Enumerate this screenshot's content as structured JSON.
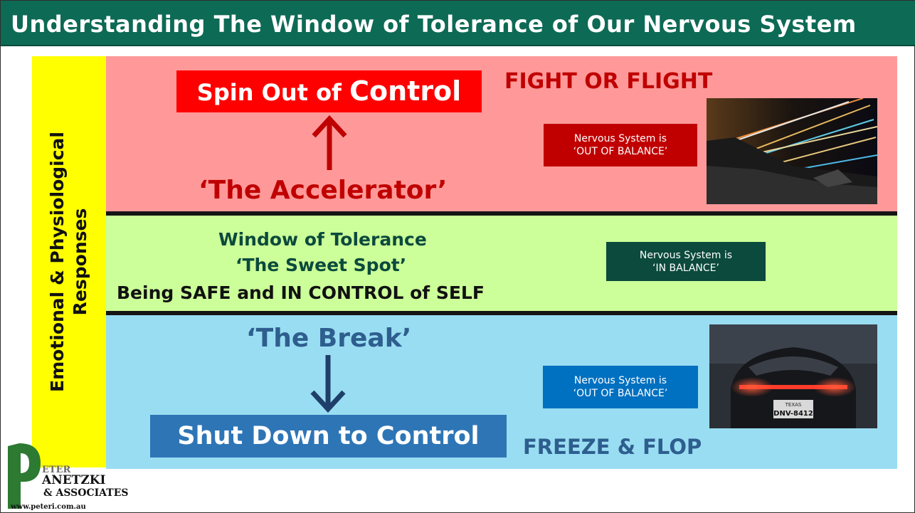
{
  "title": "Understanding The Window of Tolerance of Our Nervous System",
  "side_label": {
    "line1": "Emotional & Physiological",
    "line2": "Responses"
  },
  "top_zone": {
    "box_part1": "Spin Out of ",
    "box_part2": "Control",
    "heading": "FIGHT OR FLIGHT",
    "label": "‘The Accelerator’",
    "badge_line1": "Nervous System is",
    "badge_line2": "‘OUT OF BALANCE’"
  },
  "middle_zone": {
    "line1": "Window of Tolerance",
    "line2": "‘The Sweet Spot’",
    "line3": "Being SAFE and IN CONTROL of SELF",
    "badge_line1": "Nervous System is",
    "badge_line2": "‘IN BALANCE’"
  },
  "bottom_zone": {
    "label": "‘The Break’",
    "box": "Shut Down to Control",
    "heading": "FREEZE & FLOP",
    "badge_line1": "Nervous System is",
    "badge_line2": "‘OUT OF BALANCE’",
    "plate_line1": "TEXAS",
    "plate_line2": "DNV-8412"
  },
  "logo": {
    "line1": "ETER",
    "line2": "ANETZKI",
    "line3": "& ASSOCIATES",
    "line4": "www.peteri.com.au"
  },
  "colors": {
    "title_bg": "#0d6a55",
    "side_bg": "#ffff00",
    "top_bg": "#ff9999",
    "middle_bg": "#ccff99",
    "bottom_bg": "#99ddf2",
    "accent_red": "#c00000",
    "accent_blue": "#2e75b6",
    "accent_green": "#0b4a3c"
  }
}
